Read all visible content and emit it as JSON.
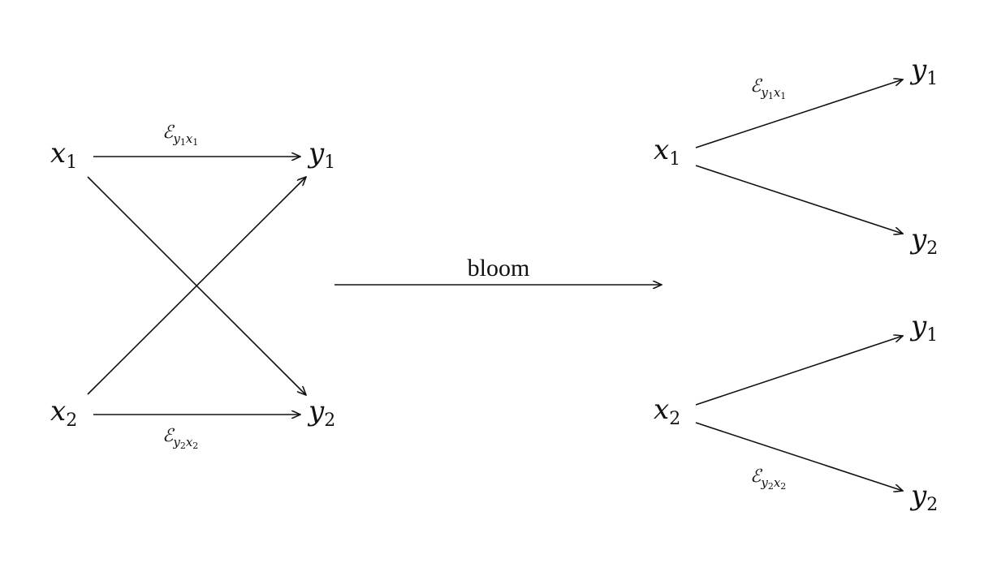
{
  "left_graph": {
    "x1": {
      "base": "x",
      "sub": "1"
    },
    "x2": {
      "base": "x",
      "sub": "2"
    },
    "y1": {
      "base": "y",
      "sub": "1"
    },
    "y2": {
      "base": "y",
      "sub": "2"
    },
    "edge_top_label": {
      "script": "ℰ",
      "a": "y",
      "a_sub": "1",
      "b": "x",
      "b_sub": "1"
    },
    "edge_bottom_label": {
      "script": "ℰ",
      "a": "y",
      "a_sub": "2",
      "b": "x",
      "b_sub": "2"
    }
  },
  "middle": {
    "label": "bloom"
  },
  "right_graph": {
    "top": {
      "x": {
        "base": "x",
        "sub": "1"
      },
      "y1": {
        "base": "y",
        "sub": "1"
      },
      "y2": {
        "base": "y",
        "sub": "2"
      },
      "edge_label": {
        "script": "ℰ",
        "a": "y",
        "a_sub": "1",
        "b": "x",
        "b_sub": "1"
      }
    },
    "bottom": {
      "x": {
        "base": "x",
        "sub": "2"
      },
      "y1": {
        "base": "y",
        "sub": "1"
      },
      "y2": {
        "base": "y",
        "sub": "2"
      },
      "edge_label": {
        "script": "ℰ",
        "a": "y",
        "a_sub": "2",
        "b": "x",
        "b_sub": "2"
      }
    }
  },
  "colors": {
    "ink": "#111111",
    "background": "#ffffff"
  }
}
